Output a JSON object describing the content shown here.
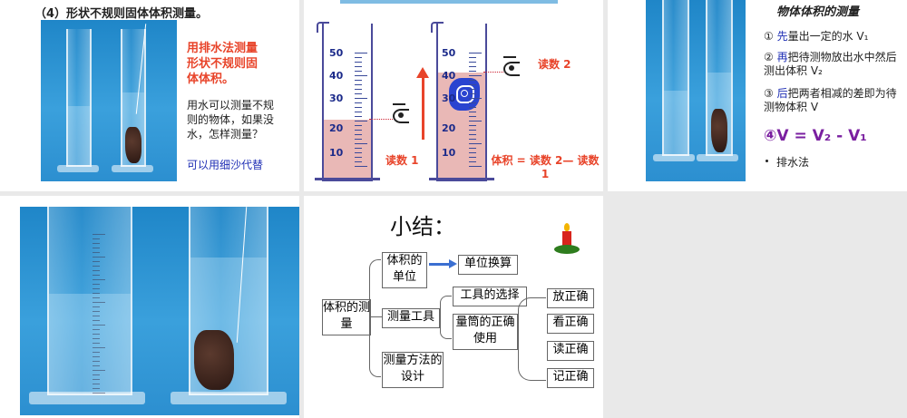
{
  "slide1": {
    "heading": "（4）形状不规则固体体积测量。",
    "red_text": "用排水法测量形状不规则固体体积。",
    "body_text": "用水可以测量不规则的物体，如果没水，怎样测量？",
    "blue_text": "可以用细沙代替"
  },
  "slide2": {
    "left_scale": [
      "50",
      "40",
      "30",
      "20",
      "10"
    ],
    "right_scale": [
      "50",
      "40",
      "30",
      "20",
      "10"
    ],
    "reading1": "读数 1",
    "reading2": "读数 2",
    "formula": "体积 = 读数 2— 读数 1"
  },
  "slide3": {
    "title": "物体体积的测量",
    "step1_num": "①",
    "step1_a": "先",
    "step1_b": "量出一定的水 V₁",
    "step2_num": "②",
    "step2_a": "再",
    "step2_b": "把待测物放出水中然后测出体积 V₂",
    "step3_num": "③",
    "step3_a": "后",
    "step3_b": "把两者相减的差即为待测物体积 V",
    "formula": "④V = V₂ - V₁",
    "bullet": "排水法"
  },
  "slide5": {
    "title": "小结：",
    "root": "体积的测量",
    "n1": "体积的单位",
    "n1_child": "单位换算",
    "n2": "测量工具",
    "n2a": "工具的选择",
    "n2b": "量筒的正确使用",
    "n3": "测量方法的设计",
    "leaf1": "放正确",
    "leaf2": "看正确",
    "leaf3": "读正确",
    "leaf4": "记正确"
  },
  "colors": {
    "red": "#e8442a",
    "blue": "#1f2fb5",
    "purple": "#7a1fa0",
    "water_pink": "#e9b8b6",
    "photo_blue": "#2a8fd0"
  }
}
